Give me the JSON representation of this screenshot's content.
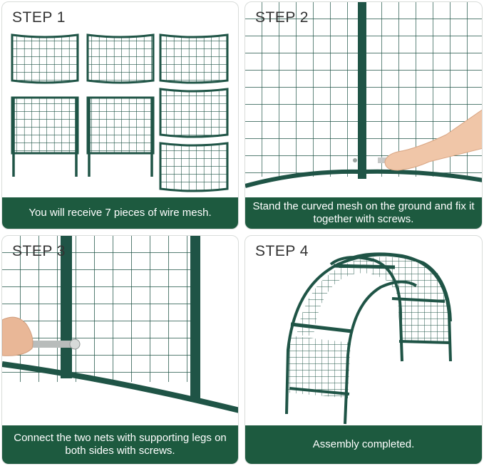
{
  "theme": {
    "caption_bg": "#1d5a3f",
    "wire_color": "#1f5446",
    "border": "#d9dcda"
  },
  "steps": [
    {
      "label": "STEP 1",
      "caption": "You will receive 7 pieces of wire mesh."
    },
    {
      "label": "STEP 2",
      "caption": "Stand the curved mesh on the ground and fix it together with screws."
    },
    {
      "label": "STEP 3",
      "caption": "Connect the two nets with supporting legs on both sides with screws."
    },
    {
      "label": "STEP 4",
      "caption": "Assembly completed."
    }
  ]
}
